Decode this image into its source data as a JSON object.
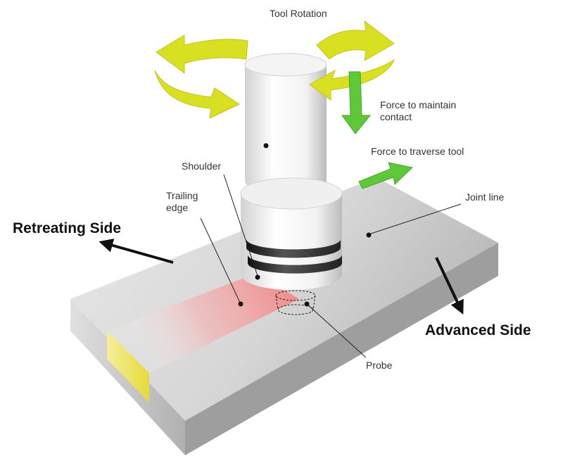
{
  "labels": {
    "tool_rotation": "Tool Rotation",
    "force_contact_line1": "Force to maintain",
    "force_contact_line2": "contact",
    "force_traverse": "Force to traverse tool",
    "shoulder": "Shoulder",
    "trailing_line1": "Trailing",
    "trailing_line2": "edge",
    "joint_line": "Joint line",
    "probe": "Probe",
    "retreating_side": "Retreating Side",
    "advanced_side": "Advanced Side"
  },
  "colors": {
    "rotation_arrow": "#d9e021",
    "force_arrow": "#5ec838",
    "weld_zone": "#f08080",
    "plate_top": "#d8d8d8",
    "plate_side": "#c4c4c4",
    "yellow_band": "#ece36a"
  },
  "icons": {
    "rotation": "curved-arrow",
    "force": "block-arrow"
  }
}
